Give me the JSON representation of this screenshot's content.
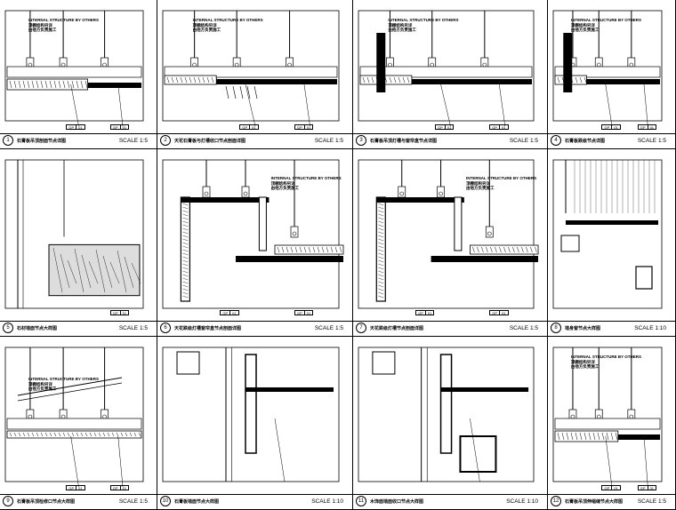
{
  "sheet": {
    "note_en": "INTERNAL STRUCTURE BY OTHERS",
    "note_cn1": "顶棚结构另详",
    "note_cn2": "由他方负责施工",
    "tag_codes": [
      "GP",
      "01",
      "02"
    ],
    "panels": [
      {
        "num": "1",
        "title": "石膏板吊顶剖面节点详图",
        "scale": "SCALE 1:5"
      },
      {
        "num": "2",
        "title": "天花石膏板与灯槽收口节点剖面详图",
        "scale": "SCALE 1:5"
      },
      {
        "num": "3",
        "title": "石膏板吊顶灯槽与窗帘盒节点详图",
        "scale": "SCALE 1:5"
      },
      {
        "num": "4",
        "title": "石膏板跌级节点详图",
        "scale": "SCALE 1:5"
      },
      {
        "num": "5",
        "title": "石材墙面节点大样图",
        "scale": "SCALE 1:5"
      },
      {
        "num": "6",
        "title": "天花跌级灯槽窗帘盒节点剖面详图",
        "scale": "SCALE 1:5"
      },
      {
        "num": "7",
        "title": "天花跌级灯槽节点剖面详图",
        "scale": "SCALE 1:5"
      },
      {
        "num": "8",
        "title": "墙身窗节点大样图",
        "scale": "SCALE 1:10"
      },
      {
        "num": "9",
        "title": "石膏板吊顶检修口节点大样图",
        "scale": "SCALE 1:5"
      },
      {
        "num": "10",
        "title": "石膏板墙面节点大样图",
        "scale": "SCALE 1:10"
      },
      {
        "num": "11",
        "title": "木饰面墙面收口节点大样图",
        "scale": "SCALE 1:10"
      },
      {
        "num": "12",
        "title": "石膏板吊顶伸缩缝节点大样图",
        "scale": "SCALE 1:5"
      }
    ]
  }
}
